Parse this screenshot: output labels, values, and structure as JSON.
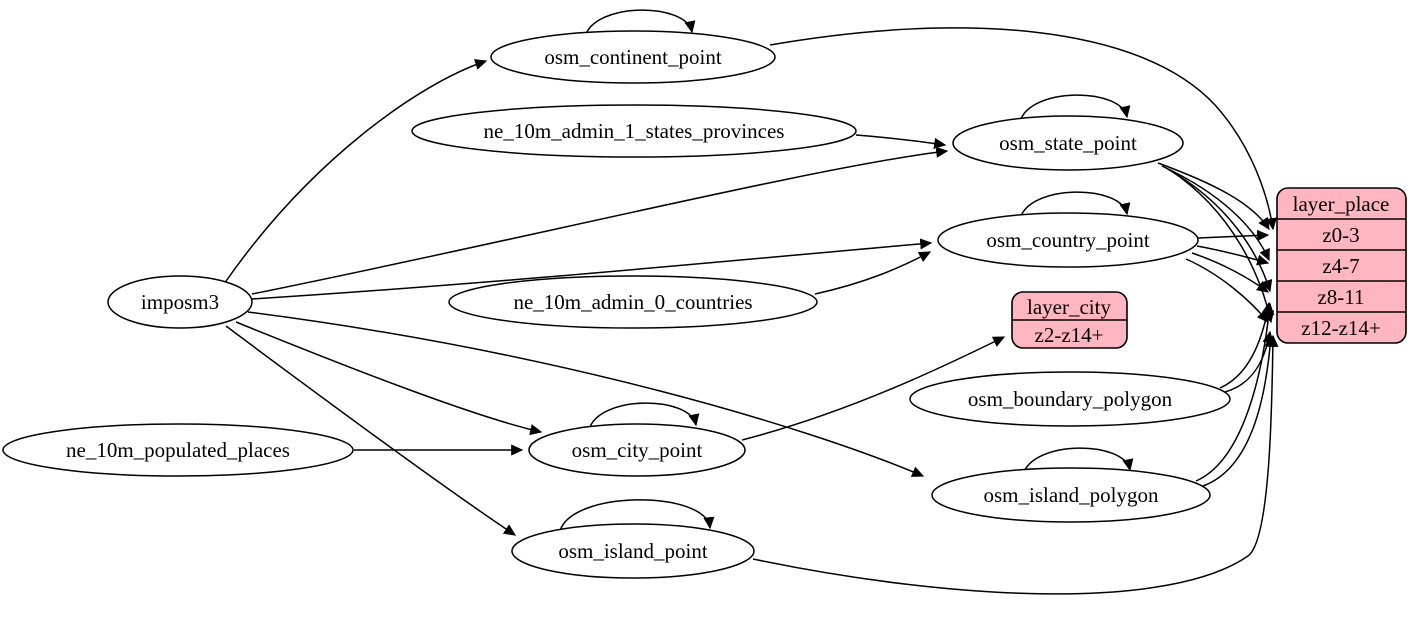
{
  "diagram": {
    "kind": "etl-graph",
    "colors": {
      "background": "#ffffff",
      "table_fill": "#ffffff",
      "layer_fill": "#ffb6c1",
      "stroke": "#000000"
    },
    "nodes": {
      "imposm3": {
        "label": "imposm3"
      },
      "ne_10m_admin_1_states_provinces": {
        "label": "ne_10m_admin_1_states_provinces"
      },
      "ne_10m_admin_0_countries": {
        "label": "ne_10m_admin_0_countries"
      },
      "ne_10m_populated_places": {
        "label": "ne_10m_populated_places"
      },
      "osm_continent_point": {
        "label": "osm_continent_point"
      },
      "osm_state_point": {
        "label": "osm_state_point"
      },
      "osm_country_point": {
        "label": "osm_country_point"
      },
      "osm_boundary_polygon": {
        "label": "osm_boundary_polygon"
      },
      "osm_city_point": {
        "label": "osm_city_point"
      },
      "osm_island_polygon": {
        "label": "osm_island_polygon"
      },
      "osm_island_point": {
        "label": "osm_island_point"
      }
    },
    "records": {
      "layer_place": {
        "title": "layer_place",
        "rows": [
          "z0-3",
          "z4-7",
          "z8-11",
          "z12-z14+"
        ]
      },
      "layer_city": {
        "title": "layer_city",
        "rows": [
          "z2-z14+"
        ]
      }
    },
    "edges": [
      {
        "from": "imposm3",
        "to": "osm_continent_point"
      },
      {
        "from": "imposm3",
        "to": "osm_state_point"
      },
      {
        "from": "imposm3",
        "to": "osm_country_point"
      },
      {
        "from": "imposm3",
        "to": "osm_city_point"
      },
      {
        "from": "imposm3",
        "to": "osm_island_point"
      },
      {
        "from": "imposm3",
        "to": "osm_island_polygon"
      },
      {
        "from": "ne_10m_admin_1_states_provinces",
        "to": "osm_state_point"
      },
      {
        "from": "ne_10m_admin_0_countries",
        "to": "osm_country_point"
      },
      {
        "from": "ne_10m_populated_places",
        "to": "osm_city_point"
      },
      {
        "from": "osm_continent_point",
        "to": "osm_continent_point"
      },
      {
        "from": "osm_state_point",
        "to": "osm_state_point"
      },
      {
        "from": "osm_country_point",
        "to": "osm_country_point"
      },
      {
        "from": "osm_city_point",
        "to": "osm_city_point"
      },
      {
        "from": "osm_island_polygon",
        "to": "osm_island_polygon"
      },
      {
        "from": "osm_island_point",
        "to": "osm_island_point"
      },
      {
        "from": "osm_continent_point",
        "to": "layer_place",
        "port": "z0-3"
      },
      {
        "from": "osm_state_point",
        "to": "layer_place",
        "port": "z0-3"
      },
      {
        "from": "osm_state_point",
        "to": "layer_place",
        "port": "z4-7"
      },
      {
        "from": "osm_state_point",
        "to": "layer_place",
        "port": "z8-11"
      },
      {
        "from": "osm_state_point",
        "to": "layer_place",
        "port": "z12-z14+"
      },
      {
        "from": "osm_country_point",
        "to": "layer_place",
        "port": "z0-3"
      },
      {
        "from": "osm_country_point",
        "to": "layer_place",
        "port": "z4-7"
      },
      {
        "from": "osm_country_point",
        "to": "layer_place",
        "port": "z8-11"
      },
      {
        "from": "osm_country_point",
        "to": "layer_place",
        "port": "z12-z14+"
      },
      {
        "from": "osm_city_point",
        "to": "layer_city",
        "port": "z2-z14+"
      },
      {
        "from": "osm_island_polygon",
        "to": "layer_place",
        "port": "z8-11"
      },
      {
        "from": "osm_island_polygon",
        "to": "layer_place",
        "port": "z12-z14+"
      },
      {
        "from": "osm_boundary_polygon",
        "to": "layer_place",
        "port": "z8-11"
      },
      {
        "from": "osm_boundary_polygon",
        "to": "layer_place",
        "port": "z12-z14+"
      },
      {
        "from": "osm_island_point",
        "to": "layer_place",
        "port": "z12-z14+"
      }
    ]
  }
}
